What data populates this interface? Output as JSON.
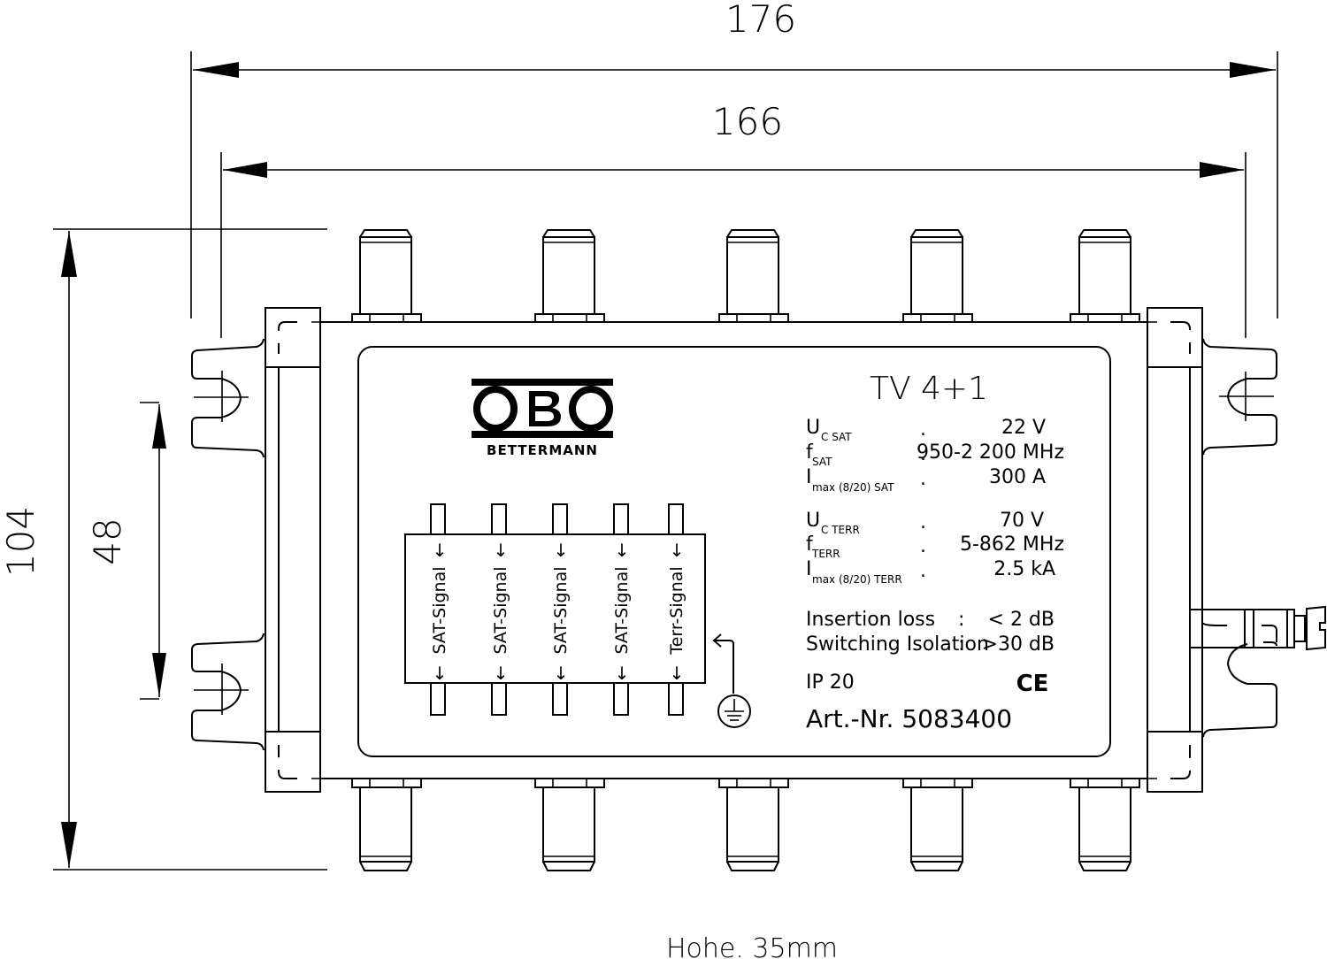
{
  "dimensions": {
    "overall_width": "176",
    "body_width": "166",
    "overall_height": "104",
    "mount_spacing": "48",
    "height_note": "Hohe. 35mm"
  },
  "logo": {
    "brand": "OBO",
    "subtext": "BETTERMANN"
  },
  "label": {
    "title": "TV  4+1",
    "specs_sat": [
      {
        "symbol": "U",
        "subscript": "C SAT",
        "sep": ".",
        "value": "22 V"
      },
      {
        "symbol": "f",
        "subscript": "SAT",
        "sep": ".",
        "value": "950-2 200 MHz"
      },
      {
        "symbol": "I",
        "subscript": "max (8/20) SAT",
        "sep": ".",
        "value": "300 A"
      }
    ],
    "specs_terr": [
      {
        "symbol": "U",
        "subscript": "C TERR",
        "sep": ".",
        "value": "70 V"
      },
      {
        "symbol": "f",
        "subscript": "TERR",
        "sep": ".",
        "value": "5-862 MHz"
      },
      {
        "symbol": "I",
        "subscript": "max (8/20) TERR",
        "sep": ".",
        "value": "2.5 kA"
      }
    ],
    "insertion_loss": {
      "label": "Insertion loss",
      "sep": ":",
      "value": "<  2 dB"
    },
    "switching_isolation": {
      "label": "Switching Isolation",
      "sep": ":",
      "value": ">30 dB"
    },
    "ip_rating": "IP 20",
    "ce_mark": "CE",
    "article_number": "Art.-Nr. 5083400"
  },
  "channels": [
    {
      "label": "SAT-Signal"
    },
    {
      "label": "SAT-Signal"
    },
    {
      "label": "SAT-Signal"
    },
    {
      "label": "SAT-Signal"
    },
    {
      "label": "Terr-Signal"
    }
  ],
  "icons": {
    "down_arrow": "↓",
    "ground": "ground-symbol"
  }
}
